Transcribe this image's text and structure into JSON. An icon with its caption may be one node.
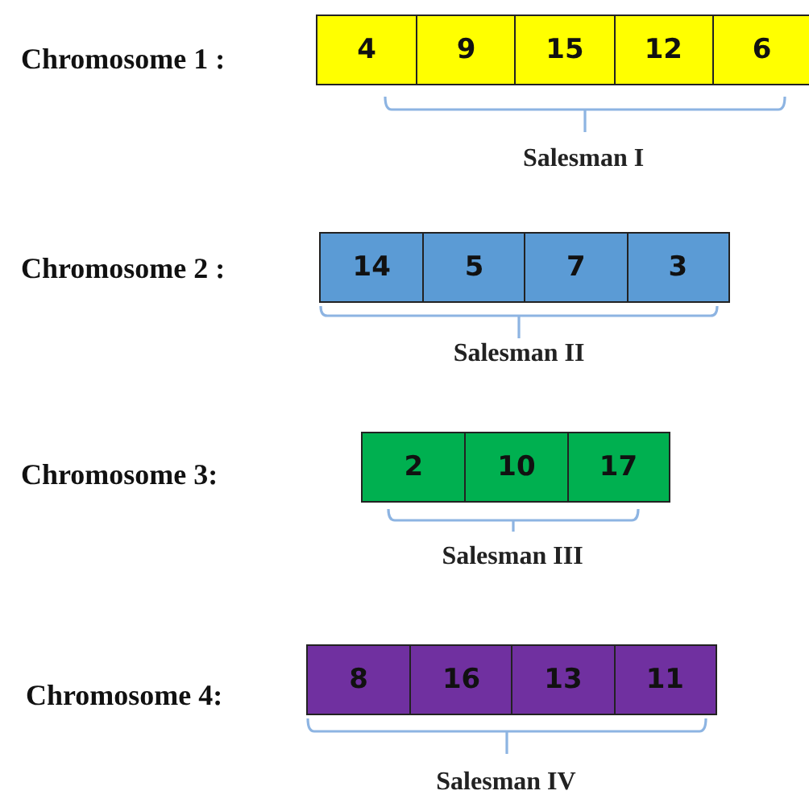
{
  "diagram": {
    "nodes": [
      {
        "text": [],
        "shape": "bar"
      },
      {
        "text": [
          "4"
        ],
        "in": 0
      },
      {
        "text": [
          "9"
        ],
        "in": 0
      },
      {
        "text": [
          "15"
        ],
        "in": 0
      },
      {
        "text": [
          "12"
        ],
        "in": 0
      },
      {
        "text": [
          "6"
        ],
        "in": 0
      },
      {
        "text": [],
        "shape": "bar"
      },
      {
        "text": [
          "14"
        ],
        "in": 6
      },
      {
        "text": [
          "5"
        ],
        "in": 6
      },
      {
        "text": [
          "7"
        ],
        "in": 6
      },
      {
        "text": [
          "3"
        ],
        "in": 6
      },
      {
        "text": [],
        "shape": "bar"
      },
      {
        "text": [
          "2"
        ],
        "in": 11
      },
      {
        "text": [
          "10"
        ],
        "in": 11
      },
      {
        "text": [
          "17"
        ],
        "in": 11
      },
      {
        "text": [],
        "shape": "bar"
      },
      {
        "text": [
          "8"
        ],
        "in": 15
      },
      {
        "text": [
          "16"
        ],
        "in": 15
      },
      {
        "text": [
          "13"
        ],
        "in": 15
      },
      {
        "text": [
          "11"
        ],
        "in": 15
      }
    ],
    "labels": [
      "Chromosome 1 :",
      "Salesman I",
      "Chromosome 2 :",
      "Salesman II",
      "Chromosome 3:",
      "Salesman III",
      "Chromosome 4:",
      "Salesman IV"
    ]
  }
}
